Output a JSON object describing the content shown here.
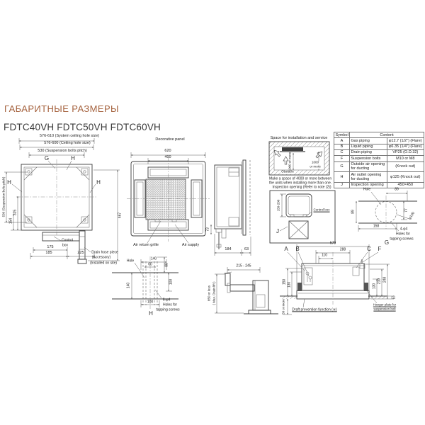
{
  "page": {
    "title": "ГАБАРИТНЫЕ РАЗМЕРЫ",
    "models": "FDTC40VH FDTC50VH FDTC60VH",
    "accent_color": "#a5623e"
  },
  "plan": {
    "dim_system_hole": "576-610 (System ceiling hole size)",
    "dim_ceiling_hole": "576-600 (Ceiling hole size)",
    "dim_bolt_pitch": "530 (Suspension bolts pitch)",
    "dim_bolt_pitch_left": "530 (Suspension bolts pitch)",
    "dim_154": "154",
    "dim_325": "325",
    "dim_467": "467",
    "dim_175": "175",
    "dim_185": "185",
    "dim_225": "225",
    "label_g": "G",
    "label_h_top": "H",
    "label_h_left": "H",
    "label_h_right": "H",
    "control_box_line1": "Control",
    "control_box_line2": "box",
    "drain_line1": "Drain hose piece",
    "drain_line2": "(Accessory)",
    "drain_line3": "(Installed on site)"
  },
  "panel": {
    "title": "Decorative panel",
    "dim_620": "620",
    "dim_400": "400",
    "air_return": "Air return grille",
    "air_supply": "Air supply",
    "dim_73": "73"
  },
  "side": {
    "dim_184": "184",
    "dim_63": "63"
  },
  "space": {
    "title": "Space for installation and service",
    "dim_mid": "1000 or more",
    "dim_right_line1": "1000",
    "dim_right_line2": "or more",
    "obstacle": "Obstacle",
    "note_line1": "Make a space of 4000 or more between",
    "note_line2": "the units when installing more than one."
  },
  "inspection": {
    "title": "Inspection opening (Refer to note (2))",
    "dim_range": "150-200",
    "control_box": "Control box",
    "label_j": "J"
  },
  "table": {
    "header_symbol": "Symbol",
    "header_content": "Content",
    "rows": [
      {
        "symbol": "A",
        "label": "Gas piping",
        "value": "φ12.7 (1/2\") (Flare)"
      },
      {
        "symbol": "B",
        "label": "Liquid piping",
        "value": "φ6.35 (1/4\") (Flare)"
      },
      {
        "symbol": "C",
        "label": "Drain piping",
        "value": "VP25 (O.D.32)"
      },
      {
        "symbol": "F",
        "label": "Suspension bolts",
        "value": "M10 or M8"
      },
      {
        "symbol": "G",
        "label": "Outside air opening for ducting",
        "value": "(Knock out)"
      },
      {
        "symbol": "H",
        "label": "Air outlet opening for ducting",
        "value": "φ125 (Knock out)"
      },
      {
        "symbol": "J",
        "label": "Inspection opening",
        "value": "450×450"
      }
    ]
  },
  "hole_g": {
    "label_hole": "Hole",
    "dim_89_top": "89",
    "dim_89_left": "89",
    "dim_77": "77",
    "dim_dia": "φ100",
    "dim_158": "158",
    "screws_line1": "4-φ4",
    "screws_line2": "Holes for",
    "screws_line3": "tapping screws",
    "letter": "G"
  },
  "hole_h": {
    "label_hole": "Hole",
    "dim_140_top": "140",
    "dim_60": "60",
    "dim_88": "88",
    "dim_140_left": "140",
    "dim_100_right": "100",
    "dim_100_bottom": "100",
    "screws_line1": "6-φ4",
    "screws_line2": "Holes for",
    "screws_line3": "tapping screws",
    "letter": "H"
  },
  "drain": {
    "dim_range": "215 - 245",
    "lift_line1": "850 or less",
    "lift_line2": "( Max. Drain lift )"
  },
  "front": {
    "dim_570": "570",
    "dim_288": "288",
    "dim_110": "110",
    "label_a": "A",
    "label_b": "B",
    "label_c": "C",
    "label_f": "F",
    "dim_150": "150",
    "dim_130_left": "130",
    "dim_50": "50 or more",
    "dim_130_right": "130",
    "dim_210": "210",
    "dim_248": "248",
    "dim_10": "10",
    "draft": "Draft prevention function (※)",
    "hanger_line1": "Hanger plate for",
    "hanger_line2": "suspension bolt"
  }
}
